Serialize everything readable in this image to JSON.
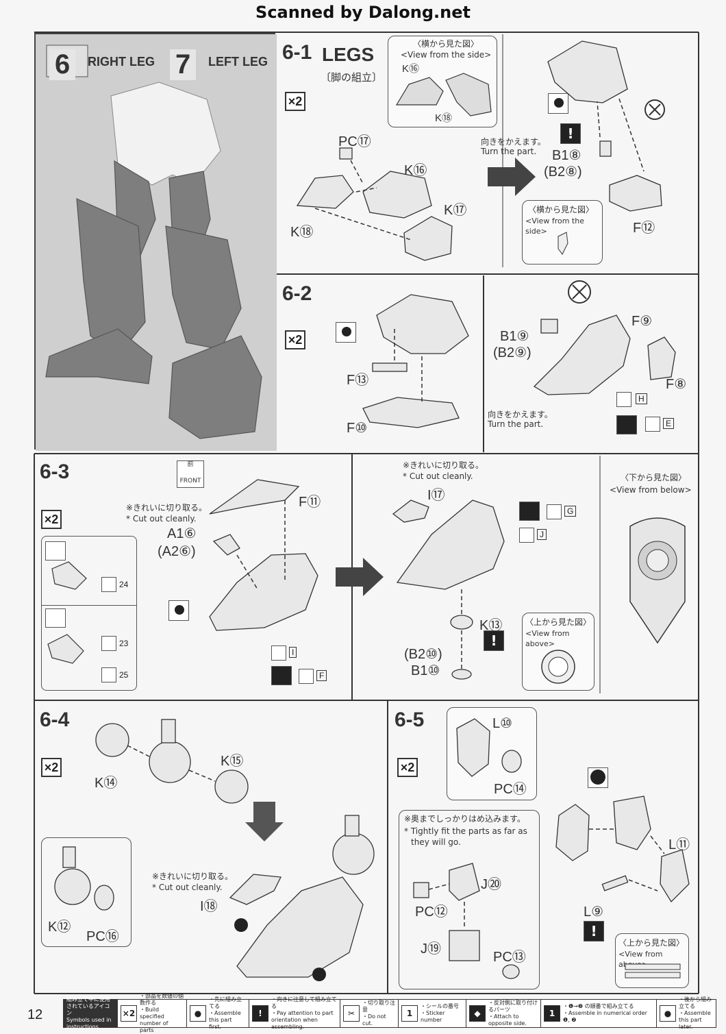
{
  "header": {
    "title": "Scanned by Dalong.net"
  },
  "page_number": "12",
  "left_panel": {
    "step6": {
      "num": "6",
      "label": "RIGHT LEG"
    },
    "step7": {
      "num": "7",
      "label": "LEFT LEG"
    }
  },
  "s61": {
    "num": "6-1",
    "title": "LEGS",
    "title_jp": "〔脚の組立〕",
    "mult": "×2",
    "view_side_jp": "〈横から見た図〉",
    "view_side_en": "<View from the side>",
    "parts": {
      "k16a": "K⑯",
      "k18a": "K⑱",
      "pc17": "PC⑰",
      "k16": "K⑯",
      "k17": "K⑰",
      "k18": "K⑱",
      "b18": "B1⑧",
      "b28": "(B2⑧)",
      "f12": "F⑫"
    },
    "turn_jp": "向きをかえます。",
    "turn_en": "Turn the part.",
    "view_side2_jp": "〈横から見た図〉",
    "view_side2_en": "<View from the side>"
  },
  "s62": {
    "num": "6-2",
    "mult": "×2",
    "parts": {
      "f13": "F⑬",
      "f10": "F⑩",
      "b19": "B1⑨",
      "b29": "(B2⑨)",
      "f9": "F⑨",
      "f8": "F⑧"
    },
    "turn_jp": "向きをかえます。",
    "turn_en": "Turn the part.",
    "sticker_h": "H",
    "sticker_e": "E"
  },
  "s63": {
    "num": "6-3",
    "mult": "×2",
    "front_jp": "前",
    "front_en": "FRONT",
    "cut_jp": "※きれいに切り取る。",
    "cut_en": "* Cut out cleanly.",
    "parts": {
      "f11": "F⑪",
      "a16": "A1⑥",
      "a26": "(A2⑥)",
      "i17": "I⑰",
      "k13": "K⑬",
      "b210": "(B2⑩)",
      "b110": "B1⑩"
    },
    "stickers": {
      "s24": "24",
      "s23": "23",
      "s25": "25",
      "i": "I",
      "f": "F",
      "g": "G",
      "j": "J"
    },
    "cut2_jp": "※きれいに切り取る。",
    "cut2_en": "* Cut out cleanly.",
    "view_below_jp": "〈下から見た図〉",
    "view_below_en": "<View from below>",
    "view_above_jp": "〈上から見た図〉",
    "view_above_en": "<View from above>"
  },
  "s64": {
    "num": "6-4",
    "mult": "×2",
    "parts": {
      "k14": "K⑭",
      "k15": "K⑮",
      "k12": "K⑫",
      "pc16": "PC⑯",
      "i18": "I⑱"
    },
    "cut_jp": "※きれいに切り取る。",
    "cut_en": "* Cut out cleanly."
  },
  "s65": {
    "num": "6-5",
    "mult": "×2",
    "parts": {
      "l10": "L⑩",
      "pc14": "PC⑭",
      "l11": "L⑪",
      "l9": "L⑨",
      "j20": "J⑳",
      "pc12": "PC⑫",
      "j19": "J⑲",
      "pc13": "PC⑬"
    },
    "tight_jp": "※奥までしっかりはめ込みます。",
    "tight_en1": "* Tightly fit the parts as far as",
    "tight_en2": "they will go.",
    "view_above_jp": "〈上から見た図〉",
    "view_above_en": "<View from above>"
  },
  "legend": {
    "title1": "組み立て中に使用",
    "title2": "されているアイコン",
    "title3": "Symbols used in instructions",
    "items": [
      {
        "icon": "×2",
        "jp": "・部品を数値の個数作る",
        "en": "・Build specified number of parts"
      },
      {
        "icon": "●",
        "jp": "・先に組み立てる",
        "en": "・Assemble this part first."
      },
      {
        "icon": "!",
        "jp": "・向きに注意して組み立てる",
        "en": "・Pay attention to part orientation when assembling."
      },
      {
        "icon": "✂",
        "jp": "・切り取り注意",
        "en": "・Do not cut."
      },
      {
        "icon": "1",
        "jp": "・シールの番号",
        "en": "・Sticker number"
      },
      {
        "icon": "◆",
        "jp": "・反対側に取り付けるパーツ",
        "en": "・Attach to opposite side."
      },
      {
        "icon": "1",
        "jp": "・❶→❷ の順番で組み立てる",
        "en": "・Assemble in numerical order ❶, ❷"
      },
      {
        "icon": "●",
        "jp": "・後から組み立てる",
        "en": "・Assemble this part later."
      }
    ]
  }
}
